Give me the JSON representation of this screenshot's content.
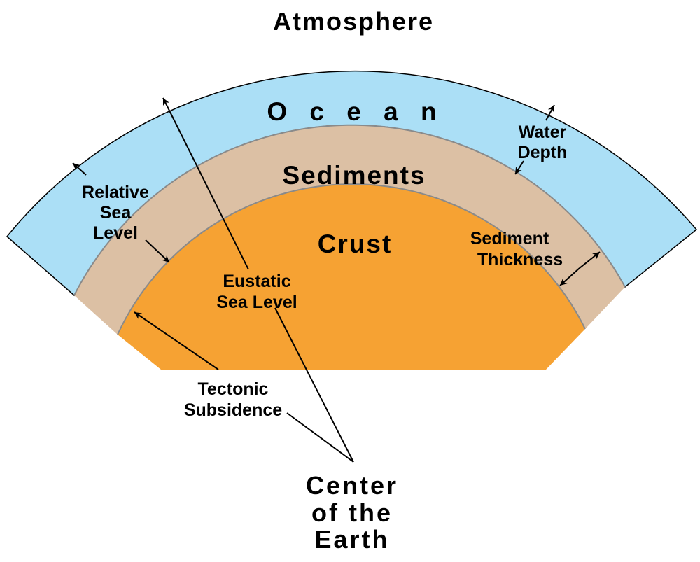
{
  "title": "Atmosphere",
  "layers": {
    "ocean": "O c e a n",
    "sediments": "Sediments",
    "crust": "Crust"
  },
  "labels": {
    "water_depth": [
      "Water",
      "Depth"
    ],
    "relative_sea_level": [
      "Relative",
      "Sea",
      "Level"
    ],
    "sediment_thickness": [
      "Sediment",
      "Thickness"
    ],
    "eustatic_sea_level": [
      "Eustatic",
      "Sea Level"
    ],
    "tectonic_subsidence": [
      "Tectonic",
      "Subsidence"
    ],
    "center_of_earth": [
      "Center",
      "of the",
      "Earth"
    ]
  },
  "colors": {
    "ocean": "#abdff6",
    "sediments": "#dcc0a4",
    "crust": "#f6a233",
    "boundary": "#8a8a8a"
  }
}
